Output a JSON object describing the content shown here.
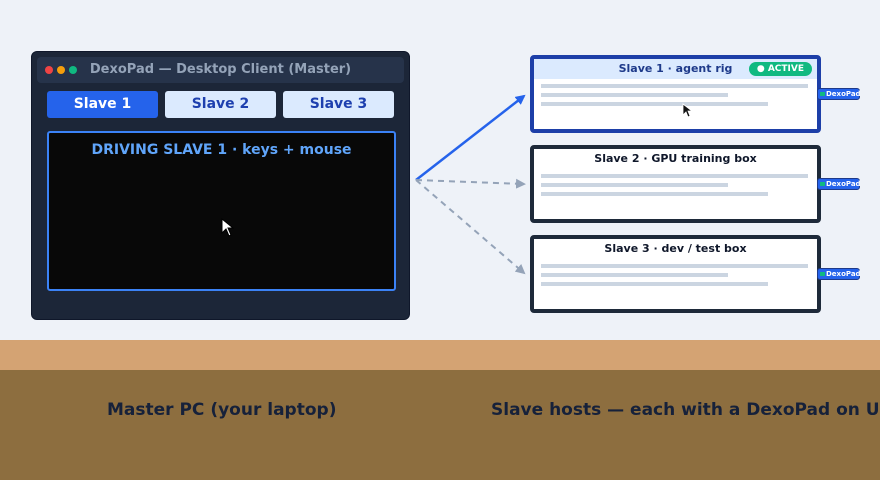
{
  "master": {
    "title": "DexoPad — Desktop Client (Master)",
    "tabs": [
      {
        "label": " Slave 1",
        "active": true
      },
      {
        "label": " Slave 2",
        "active": false
      },
      {
        "label": " Slave 3",
        "active": false
      }
    ],
    "screen_text": " DRIVING SLAVE 1 · keys + mouse"
  },
  "slaves": [
    {
      "title": "Slave 1 · agent rig",
      "badge": "● ACTIVE",
      "usb_label": "DexoPad"
    },
    {
      "title": "Slave 2 · GPU training box",
      "usb_label": "DexoPad"
    },
    {
      "title": "Slave 3 · dev / test box",
      "usb_label": "DexoPad"
    }
  ],
  "captions": {
    "left": "Master PC (your laptop)",
    "right": "Slave hosts — each with a DexoPad on USB"
  },
  "colors": {
    "accent": "#2563eb",
    "active_badge": "#10b981",
    "desk_top": "#d4a373",
    "desk_front": "#8d6e3f",
    "background": "#eef2f8"
  }
}
